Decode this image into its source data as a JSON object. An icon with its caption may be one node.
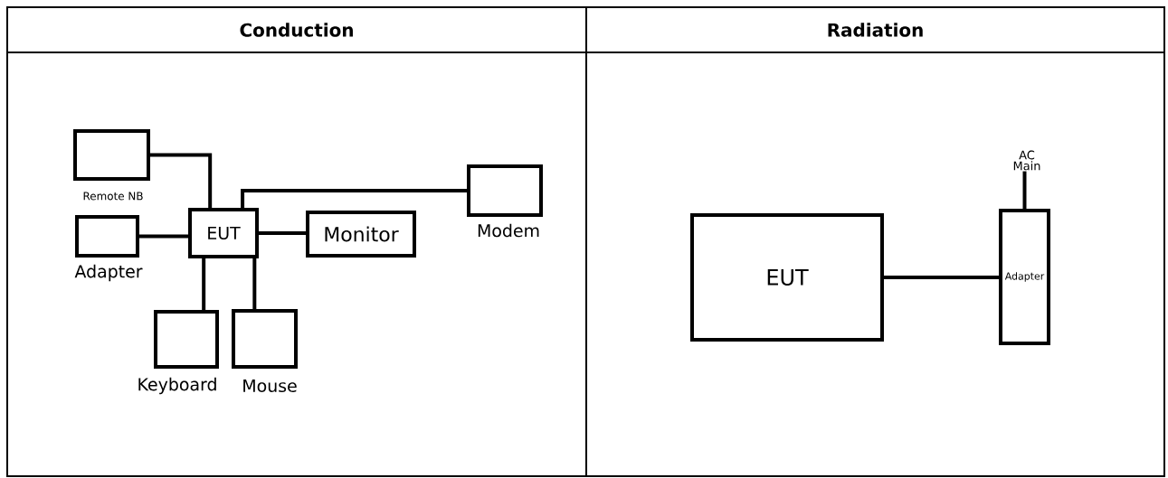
{
  "diagram": {
    "nodes": [
      {
        "text": [
          "Conduction"
        ]
      },
      {
        "text": [
          "Radiation"
        ]
      },
      {
        "text": [
          "Remote NB"
        ],
        "in": 0
      },
      {
        "text": [
          "EUT"
        ],
        "in": 0
      },
      {
        "text": [
          "Monitor"
        ],
        "in": 0
      },
      {
        "text": [
          "Modem"
        ],
        "in": 0
      },
      {
        "text": [
          "Adapter"
        ],
        "in": 0
      },
      {
        "text": [
          "Keyboard"
        ],
        "in": 0
      },
      {
        "text": [
          "Mouse"
        ],
        "in": 0
      },
      {
        "text": [
          "EUT"
        ],
        "in": 1
      },
      {
        "text": [
          "Adapter"
        ],
        "in": 1
      },
      {
        "text": [
          "AC Main"
        ],
        "in": 1
      }
    ],
    "edges": [
      {
        "from": 2,
        "to": 3,
        "arrow": "none"
      },
      {
        "from": 3,
        "to": 5,
        "arrow": "none"
      },
      {
        "from": 6,
        "to": 3,
        "arrow": "none"
      },
      {
        "from": 3,
        "to": 4,
        "arrow": "none"
      },
      {
        "from": 3,
        "to": 7,
        "arrow": "none"
      },
      {
        "from": 3,
        "to": 8,
        "arrow": "none"
      },
      {
        "from": 9,
        "to": 10,
        "arrow": "none"
      },
      {
        "from": 10,
        "to": 11,
        "arrow": "none"
      }
    ]
  }
}
